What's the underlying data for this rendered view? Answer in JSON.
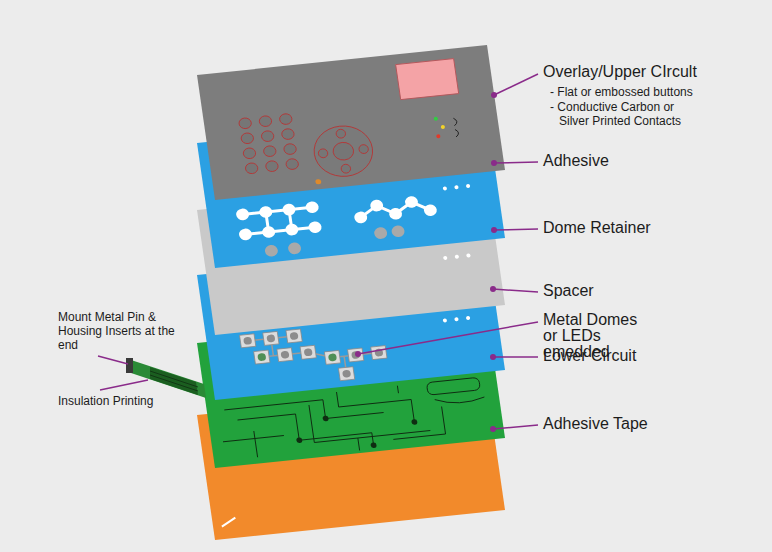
{
  "diagram": {
    "labels": [
      "Overlay/Upper CIrcult",
      "- Flat or embossed buttons",
      "- Conductive Carbon or Silver Printed Contacts",
      "Adhesive",
      "Dome Retainer",
      "Spacer",
      "Metal Domes or LEDs emedded",
      "Lower Circuit",
      "Adhesive Tape",
      "Mount Metal Pin & Housing Inserts at the end",
      "Insulation Printing"
    ]
  }
}
